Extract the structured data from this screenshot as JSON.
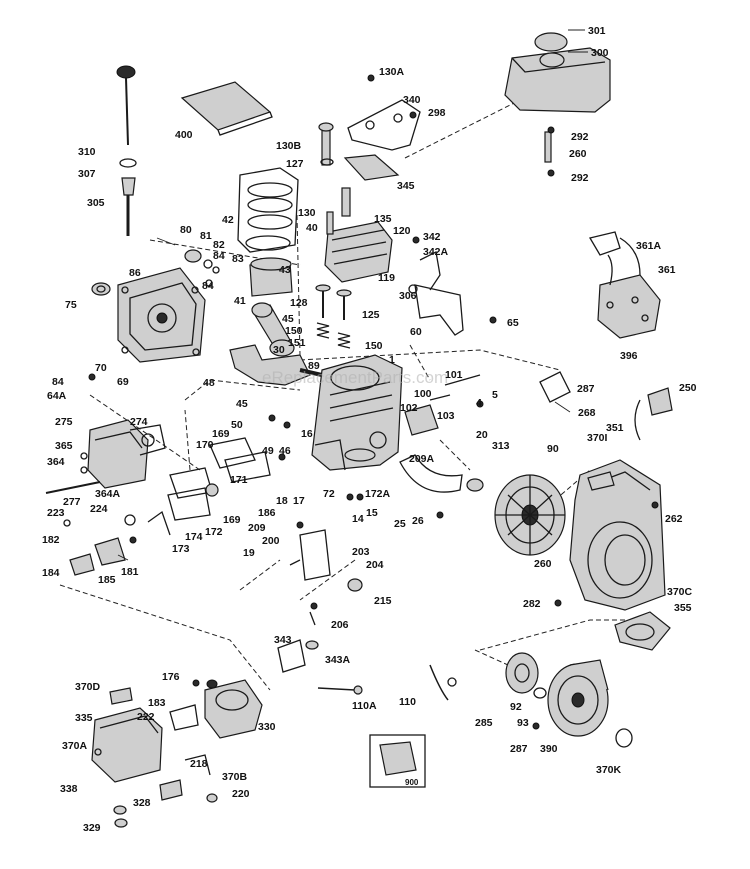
{
  "watermark": "eReplacementParts.com",
  "labels": {
    "l301": "301",
    "l300": "300",
    "l130A": "130A",
    "l340": "340",
    "l298": "298",
    "l292a": "292",
    "l260": "260",
    "l292b": "292",
    "l400": "400",
    "l310": "310",
    "l307": "307",
    "l305": "305",
    "l130B": "130B",
    "l127": "127",
    "l345": "345",
    "l42": "42",
    "l40": "40",
    "l130": "130",
    "l135": "135",
    "l120": "120",
    "l342": "342",
    "l342A": "342A",
    "l80": "80",
    "l81": "81",
    "l82": "82",
    "l84a": "84",
    "l83": "83",
    "l84b": "84",
    "l86": "86",
    "l43": "43",
    "l41": "41",
    "l119": "119",
    "l306": "306",
    "l361A": "361A",
    "l361": "361",
    "l75": "75",
    "l128": "128",
    "l125": "125",
    "l60": "60",
    "l65": "65",
    "l150a": "150",
    "l151": "151",
    "l150b": "150",
    "l45a": "45",
    "l30": "30",
    "l89": "89",
    "l70": "70",
    "l69": "69",
    "l396": "396",
    "l1": "1",
    "l101": "101",
    "l84c": "84",
    "l64A": "64A",
    "l48": "48",
    "l287a": "287",
    "l250": "250",
    "l100": "100",
    "l102": "102",
    "l4": "4",
    "l5": "5",
    "l103": "103",
    "l45b": "45",
    "l50": "50",
    "l268": "268",
    "l275": "275",
    "l274": "274",
    "l351": "351",
    "l170": "170",
    "l169a": "169",
    "l49": "49",
    "l46": "46",
    "l16": "16",
    "l209A": "209A",
    "l20": "20",
    "l313": "313",
    "l90": "90",
    "l370I": "370I",
    "l365": "365",
    "l364": "364",
    "l171": "171",
    "l172A": "172A",
    "l277": "277",
    "l364A": "364A",
    "l18": "18",
    "l17": "17",
    "l72": "72",
    "l15": "15",
    "l14": "14",
    "l25": "25",
    "l26": "26",
    "l223": "223",
    "l224": "224",
    "l172": "172",
    "l169b": "169",
    "l186": "186",
    "l262": "262",
    "l182": "182",
    "l174": "174",
    "l173": "173",
    "l209": "209",
    "l200": "200",
    "l203": "203",
    "l19": "19",
    "l204": "204",
    "l260b": "260",
    "l184": "184",
    "l185": "185",
    "l181": "181",
    "l215": "215",
    "l370C": "370C",
    "l282": "282",
    "l355": "355",
    "l206": "206",
    "l343": "343",
    "l343A": "343A",
    "l176": "176",
    "l370D": "370D",
    "l110A": "110A",
    "l110": "110",
    "l183": "183",
    "l92": "92",
    "l335": "335",
    "l222": "222",
    "l330": "330",
    "l285": "285",
    "l93": "93",
    "l370A": "370A",
    "l287b": "287",
    "l390": "390",
    "l218": "218",
    "l370B": "370B",
    "l370K": "370K",
    "l338": "338",
    "l220": "220",
    "l328": "328",
    "l329": "329",
    "l900": "900"
  }
}
